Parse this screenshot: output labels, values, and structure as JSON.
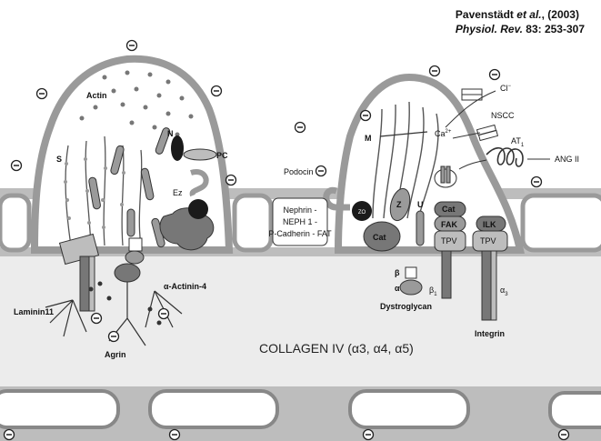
{
  "citation": {
    "line1_pre": "Pavenstädt",
    "line1_em": "et al.",
    "line1_post": ", (2003)",
    "line2_journal": "Physiol. Rev.",
    "line2_rest": "83: 253-307"
  },
  "labels": {
    "actin": "Actin",
    "s": "S",
    "n": "N",
    "pc": "PC",
    "ez": "Ez",
    "alpha_actinin": "α-Actinin-4",
    "laminin": "Laminin11",
    "agrin": "Agrin",
    "podocin": "Podocin",
    "nephrin_line1": "Nephrin -",
    "nephrin_line2": "NEPH 1 -",
    "nephrin_line3": "P-Cadherin - FAT",
    "m": "M",
    "cl": "Cl",
    "cl_sup": "−",
    "ca": "Ca",
    "ca_sup": "2+",
    "nscc": "NSCC",
    "at1": "AT",
    "at1_sub": "1",
    "ang": "ANG II",
    "z": "Z",
    "u": "U",
    "cat": "Cat",
    "cat2": "Cat",
    "fak": "FAK",
    "tpv": "TPV",
    "tpv2": "TPV",
    "ilk": "ILK",
    "beta": "β",
    "alpha": "α",
    "dystroglycan": "Dystroglycan",
    "beta1": "β",
    "beta1_sub": "1",
    "alpha3": "α",
    "alpha3_sub": "3",
    "integrin": "Integrin",
    "collagen": "COLLAGEN IV (α3, α4, α5)",
    "minus": "−"
  },
  "colors": {
    "membrane": "#9a9a9a",
    "dark_protein": "#777777",
    "light_protein": "#bdbdbd",
    "black_protein": "#1a1a1a",
    "line": "#222222"
  }
}
